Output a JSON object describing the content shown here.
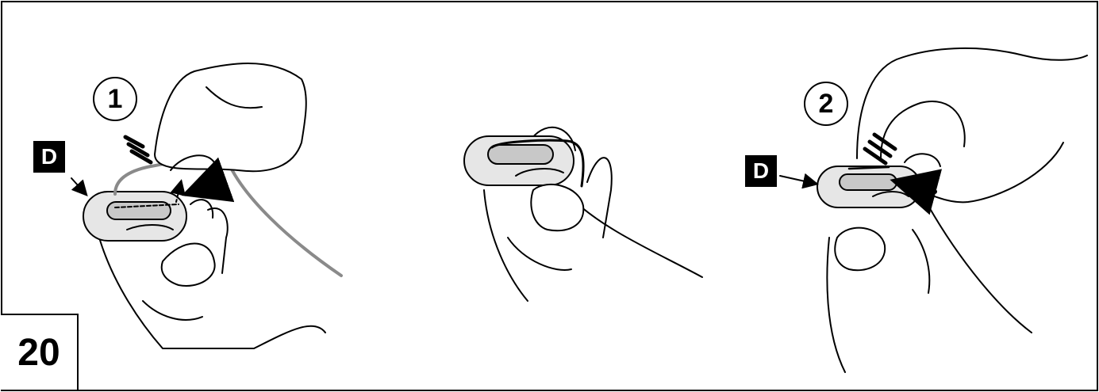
{
  "figure": {
    "number": "20"
  },
  "panels": [
    {
      "step": "1",
      "callout": "D"
    },
    {
      "step": "",
      "callout": ""
    },
    {
      "step": "2",
      "callout": "D"
    }
  ],
  "colors": {
    "line": "#000000",
    "fill": "#e6e6e6",
    "inner": "#c8c8c8",
    "cable": "#8a8a8a"
  }
}
